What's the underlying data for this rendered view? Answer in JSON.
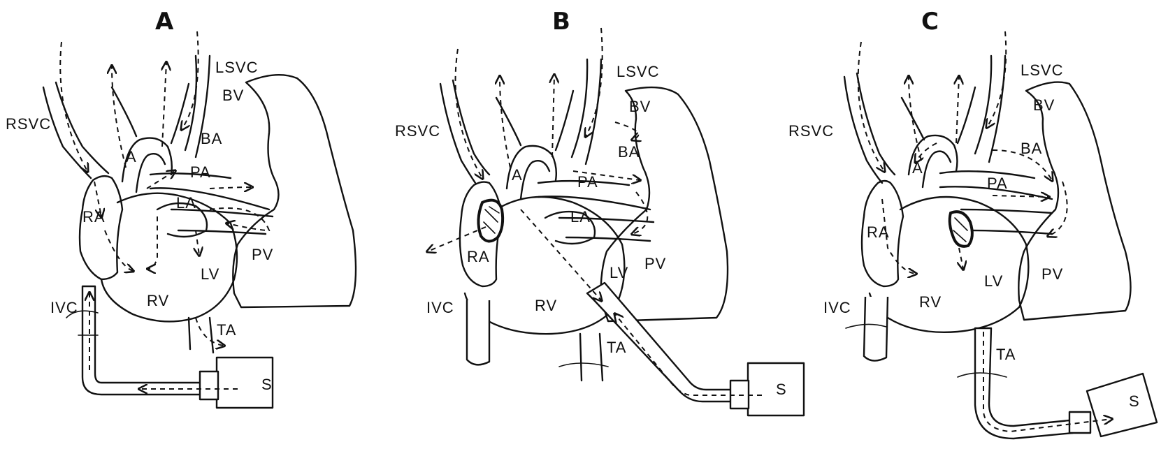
{
  "panels": [
    {
      "title": "A",
      "labels": {
        "rsvc": "RSVC",
        "lsvc": "LSVC",
        "bv": "BV",
        "ba": "BA",
        "a": "A",
        "pa": "PA",
        "la": "LA",
        "ra": "RA",
        "pv": "PV",
        "lv": "LV",
        "rv": "RV",
        "ivc": "IVC",
        "ta": "TA",
        "s": "S"
      }
    },
    {
      "title": "B",
      "labels": {
        "rsvc": "RSVC",
        "lsvc": "LSVC",
        "bv": "BV",
        "ba": "BA",
        "a": "A",
        "pa": "PA",
        "la": "LA",
        "ra": "RA",
        "pv": "PV",
        "lv": "LV",
        "rv": "RV",
        "ivc": "IVC",
        "ta": "TA",
        "s": "S"
      }
    },
    {
      "title": "C",
      "labels": {
        "rsvc": "RSVC",
        "lsvc": "LSVC",
        "bv": "BV",
        "ba": "BA",
        "a": "A",
        "pa": "PA",
        "ra": "RA",
        "pv": "PV",
        "lv": "LV",
        "rv": "RV",
        "ivc": "IVC",
        "ta": "TA",
        "s": "S"
      }
    }
  ],
  "colors": {
    "ink": "#111111",
    "background": "#ffffff"
  }
}
